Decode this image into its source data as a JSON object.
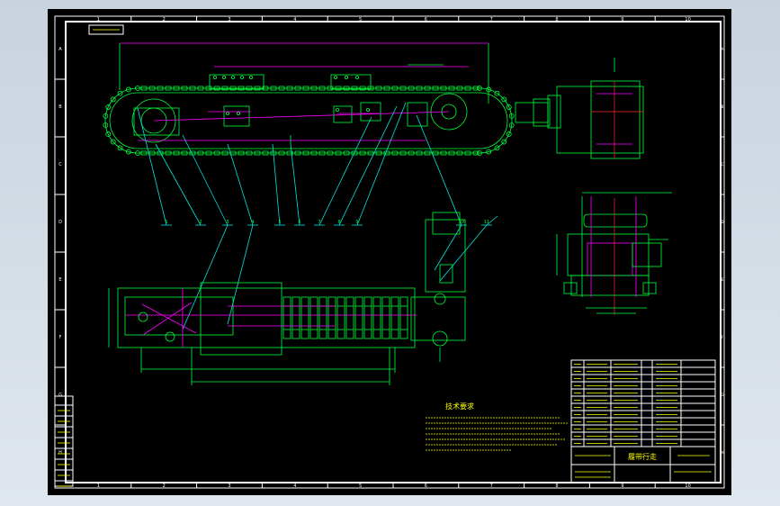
{
  "drawing": {
    "border_col_labels": [
      "1",
      "2",
      "3",
      "4",
      "5",
      "6",
      "7",
      "8",
      "9",
      "10"
    ],
    "border_row_labels": [
      "A",
      "B",
      "C",
      "D",
      "E",
      "F",
      "G",
      "H"
    ],
    "balloon_numbers": [
      "1",
      "2",
      "3",
      "4",
      "5",
      "6",
      "7",
      "8",
      "9",
      "10",
      "11"
    ],
    "tech_requirements_title": "技术要求",
    "title_block_name": "履带行走"
  },
  "colors": {
    "sheet": "#000000",
    "frame": "#ffffff",
    "geometry": "#00ff3c",
    "leaders": "#00e5e5",
    "dimensions": "#ff00ff",
    "centerlines": "#ff2a2a",
    "text": "#ffff00"
  }
}
